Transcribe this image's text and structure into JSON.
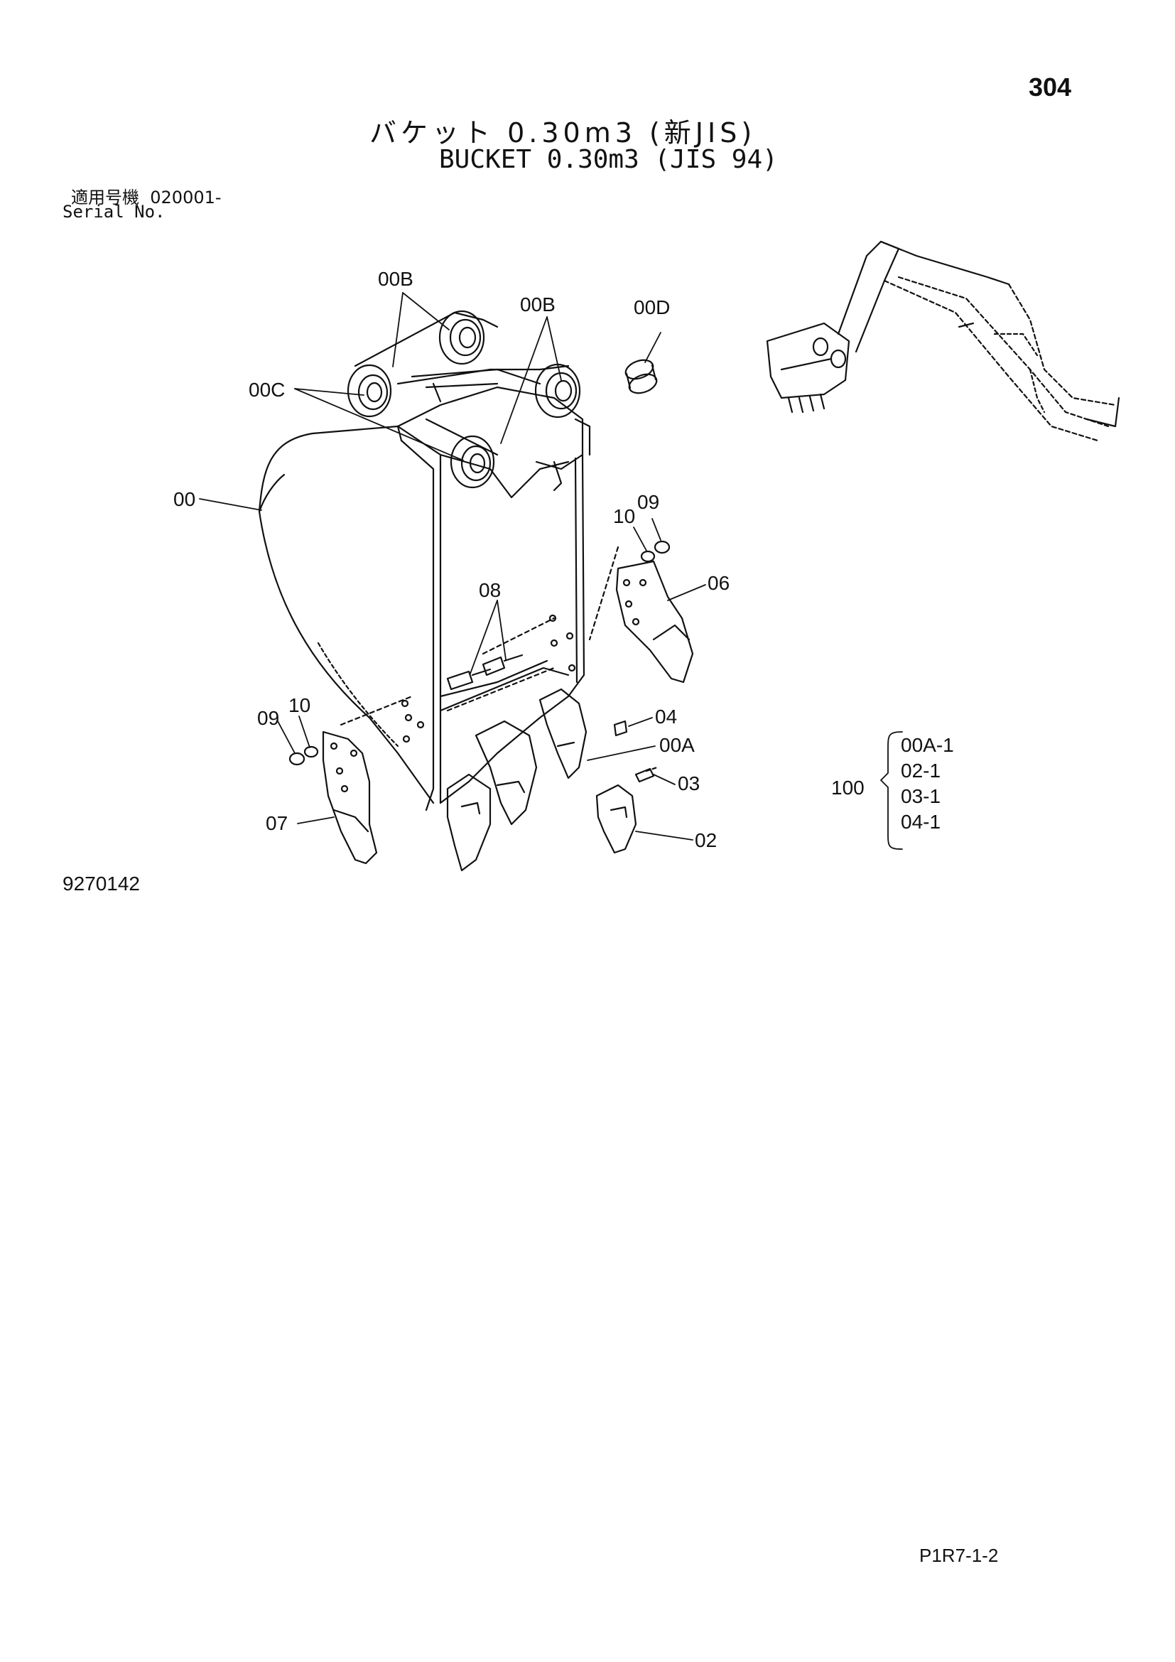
{
  "page_number": "304",
  "title_jp": "バケット 0.30m3 (新JIS)",
  "title_en": "BUCKET 0.30m3 (JIS 94)",
  "serial": {
    "label_jp": "適用号機",
    "value": "020001-",
    "label_en": "Serial No."
  },
  "figure_number": "9270142",
  "footer_code": "P1R7-1-2",
  "callouts": {
    "c00B_left": "00B",
    "c00B_right": "00B",
    "c00D": "00D",
    "c00C": "00C",
    "c00": "00",
    "c09_right": "09",
    "c10_right": "10",
    "c06": "06",
    "c08": "08",
    "c09_left": "09",
    "c10_left": "10",
    "c04": "04",
    "c00A": "00A",
    "c03": "03",
    "c07": "07",
    "c02": "02"
  },
  "kit": {
    "number": "100",
    "items": [
      "00A-1",
      "02-1",
      "03-1",
      "04-1"
    ]
  }
}
